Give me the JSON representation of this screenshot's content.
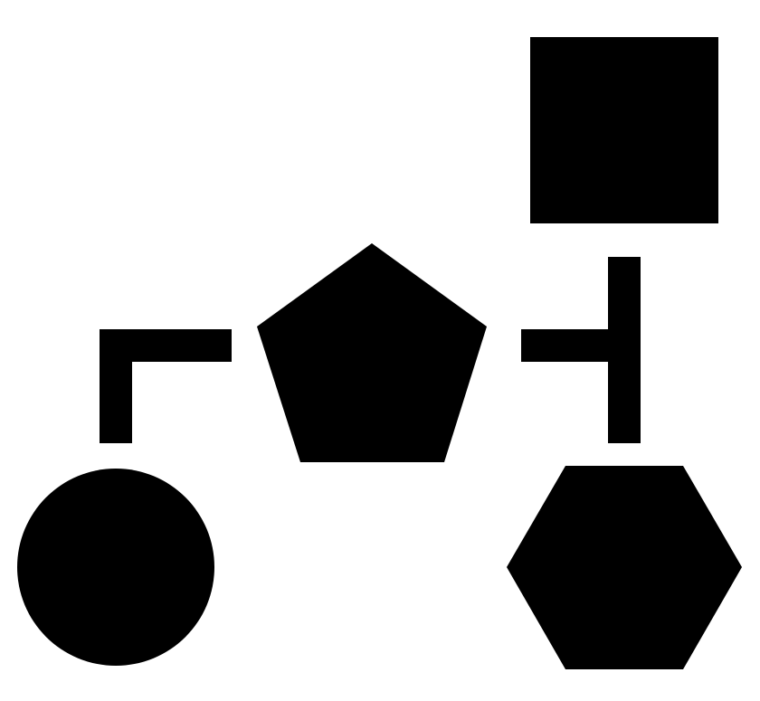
{
  "diagram": {
    "icon": "block-diagram-shapes-icon",
    "fill_color": "#000000",
    "background_color": "#ffffff",
    "shapes": [
      {
        "kind": "square",
        "icon": "square-shape"
      },
      {
        "kind": "pentagon",
        "icon": "pentagon-shape"
      },
      {
        "kind": "circle",
        "icon": "circle-shape"
      },
      {
        "kind": "hexagon",
        "icon": "hexagon-shape"
      }
    ],
    "connectors": [
      {
        "from": "pentagon",
        "to": "circle"
      },
      {
        "from": "pentagon",
        "to": "square"
      },
      {
        "from": "square",
        "to": "hexagon"
      }
    ]
  }
}
